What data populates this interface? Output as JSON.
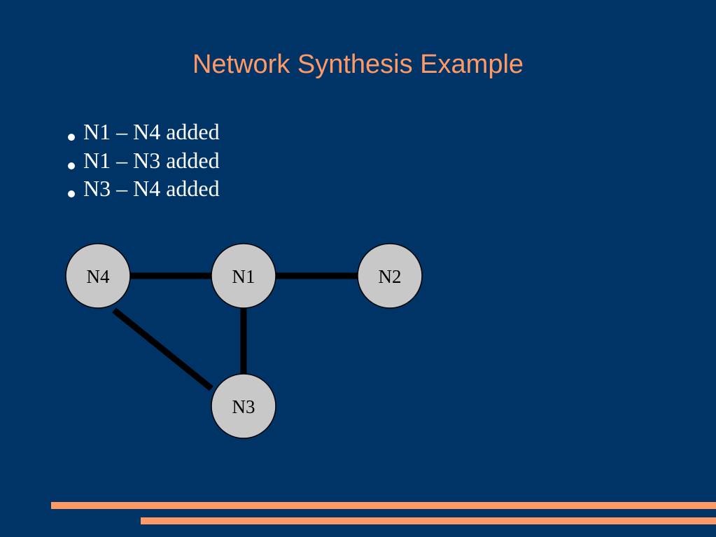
{
  "slide": {
    "title": "Network Synthesis Example",
    "bullets": [
      "N1 – N4 added",
      "N1 – N3 added",
      "N3 – N4 added"
    ]
  },
  "graph": {
    "nodes": [
      {
        "id": "N4",
        "label": "N4"
      },
      {
        "id": "N1",
        "label": "N1"
      },
      {
        "id": "N2",
        "label": "N2"
      },
      {
        "id": "N3",
        "label": "N3"
      }
    ],
    "edges": [
      {
        "from": "N4",
        "to": "N1"
      },
      {
        "from": "N1",
        "to": "N2"
      },
      {
        "from": "N1",
        "to": "N3"
      },
      {
        "from": "N4",
        "to": "N3"
      }
    ]
  },
  "colors": {
    "background": "#003366",
    "title": "#ff9966",
    "text": "#ffffff",
    "node_fill": "#c8c8c8",
    "edge": "#000000",
    "rule": "#ff9966"
  }
}
